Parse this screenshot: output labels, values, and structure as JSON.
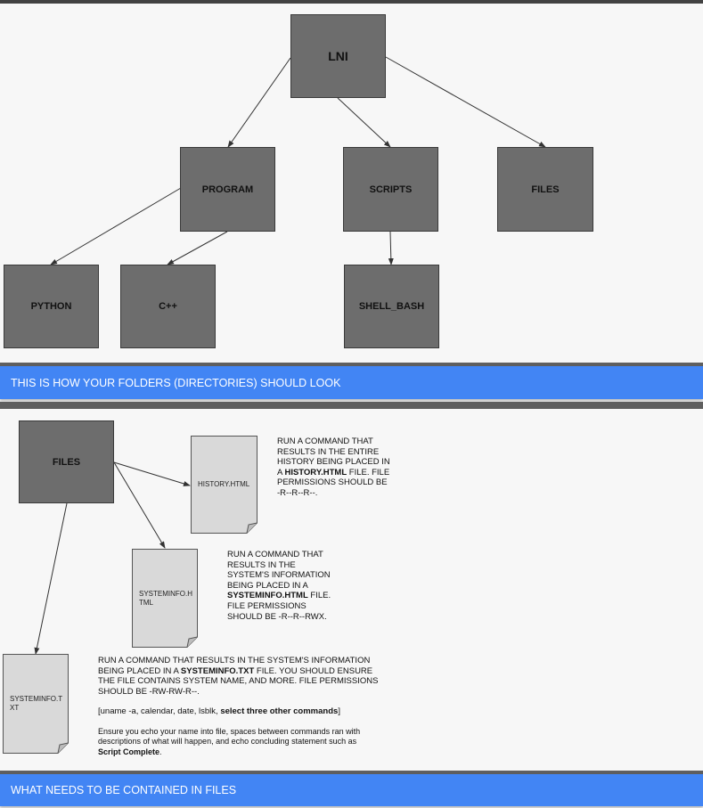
{
  "tree": {
    "root": "LNI",
    "program": "PROGRAM",
    "scripts": "SCRIPTS",
    "files": "FILES",
    "python": "PYTHON",
    "cpp": "C++",
    "shell_bash": "SHELL_BASH"
  },
  "banner_top": "THIS IS HOW YOUR FOLDERS (DIRECTORIES) SHOULD LOOK",
  "files_diagram": {
    "files_node": "FILES",
    "history_doc": "HISTORY.HTML",
    "sysinfo_html_doc": "SYSTEMINFO.HTML",
    "sysinfo_txt_doc": "SYSTEMINFO.TXT"
  },
  "notes": {
    "history": {
      "pre": "RUN A COMMAND THAT RESULTS IN THE ENTIRE HISTORY BEING PLACED IN A ",
      "bold": "HISTORY.HTML",
      "post": " FILE. FILE PERMISSIONS SHOULD BE -R--R--R--."
    },
    "sysinfo_html": {
      "pre": "RUN A COMMAND THAT RESULTS IN THE SYSTEM'S INFORMATION BEING PLACED IN A ",
      "bold": "SYSTEMINFO.HTML",
      "post": " FILE. FILE PERMISSIONS SHOULD BE -R--R--RWX."
    },
    "sysinfo_txt": {
      "pre": "RUN A COMMAND THAT RESULTS IN THE SYSTEM'S INFORMATION BEING PLACED IN A ",
      "bold": "SYSTEMINFO.TXT",
      "post": " FILE. YOU SHOULD ENSURE THE FILE CONTAINS SYSTEM NAME, AND MORE.  FILE PERMISSIONS SHOULD BE -RW-RW-R--.",
      "commands_pre": "[uname -a, calendar, date, lsblk, ",
      "commands_bold": "select three other commands",
      "commands_post": "]",
      "echo_pre": "Ensure you echo your name into file, spaces between commands ran with descriptions of what will happen, and echo concluding statement such as ",
      "echo_bold": "Script Complete",
      "echo_post": "."
    }
  },
  "banner_bottom": "WHAT NEEDS TO BE CONTAINED IN FILES"
}
